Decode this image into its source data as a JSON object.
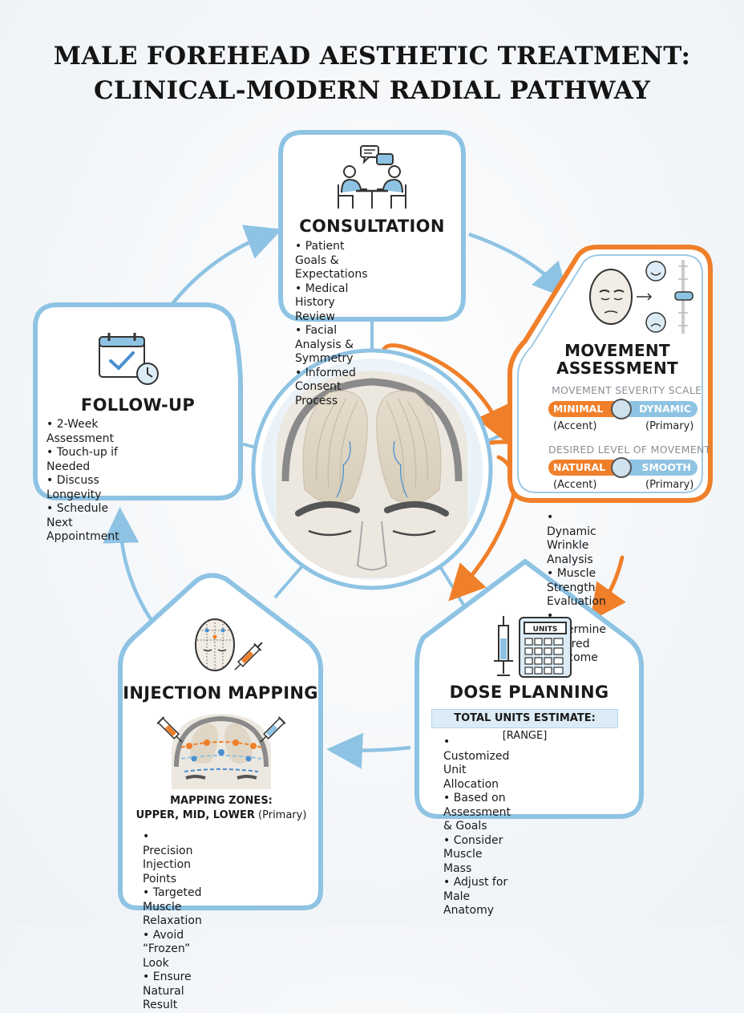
{
  "title": {
    "line1": "MALE FOREHEAD AESTHETIC TREATMENT:",
    "line2": "CLINICAL-MODERN RADIAL PATHWAY"
  },
  "colors": {
    "primary": "#8ec3e3",
    "accent": "#f07f2a",
    "outline": "#7ab6dc"
  },
  "consultation": {
    "title": "CONSULTATION",
    "items": [
      "Patient Goals & Expectations",
      "Medical History Review",
      "Facial Analysis & Symmetry",
      "Informed Consent Process"
    ]
  },
  "movement": {
    "title_line1": "MOVEMENT",
    "title_line2": "ASSESSMENT",
    "scale1": {
      "label": "MOVEMENT SEVERITY SCALE",
      "left": "MINIMAL",
      "right": "DYNAMIC",
      "left_sub": "(Accent)",
      "right_sub": "(Primary)"
    },
    "scale2": {
      "label": "DESIRED LEVEL OF MOVEMENT",
      "left": "NATURAL",
      "right": "SMOOTH",
      "left_sub": "(Accent)",
      "right_sub": "(Primary)"
    },
    "items": [
      "Dynamic Wrinkle Analysis",
      "Muscle Strength Evaluation",
      "Determine Desired Outcome"
    ]
  },
  "dose": {
    "title": "DOSE PLANNING",
    "calculator_label": "UNITS",
    "estimate_label": "TOTAL UNITS ESTIMATE:",
    "estimate_value": "[RANGE]",
    "items": [
      "Customized Unit Allocation",
      "Based on Assessment & Goals",
      "Consider Muscle Mass",
      "Adjust for Male Anatomy"
    ]
  },
  "mapping": {
    "title": "INJECTION MAPPING",
    "zones_line1": "MAPPING ZONES:",
    "zones_line2": "UPPER, MID, LOWER",
    "zones_suffix": " (Primary)",
    "items": [
      "Precision Injection Points",
      "Targeted Muscle Relaxation",
      "Avoid “Frozen” Look",
      "Ensure Natural Result"
    ]
  },
  "followup": {
    "title": "FOLLOW-UP",
    "items": [
      "2-Week Assessment",
      "Touch-up if Needed",
      "Discuss Longevity",
      "Schedule Next Appointment"
    ]
  }
}
